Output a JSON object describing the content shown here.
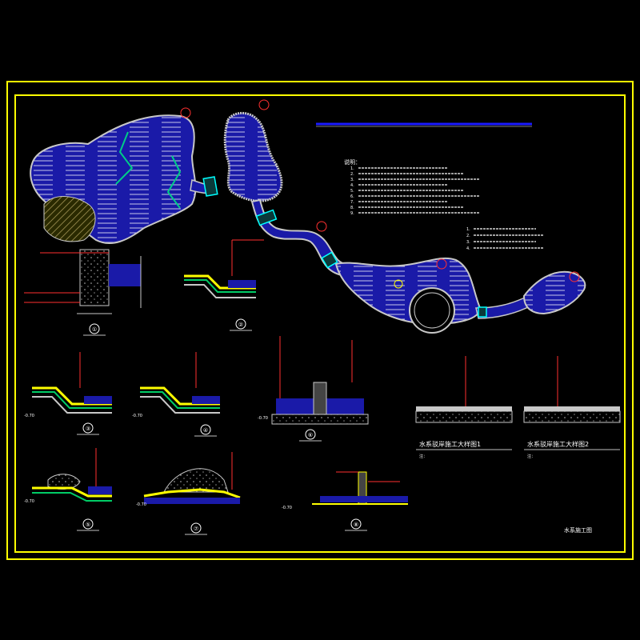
{
  "sheet_title": "水系施工图",
  "notes_title": "说明：",
  "notes_items": [
    "1.",
    "2.",
    "3.",
    "4.",
    "5.",
    "6.",
    "7.",
    "8.",
    "9."
  ],
  "notes_b_items": [
    "1.",
    "2.",
    "3.",
    "4."
  ],
  "detail_a_title": "水系驳岸施工大样图1",
  "detail_b_title": "水系驳岸施工大样图2",
  "detail_a_note": "注：",
  "detail_b_note": "注：",
  "section_markers": [
    "①",
    "②",
    "③",
    "④",
    "⑤",
    "⑥",
    "⑦",
    "⑧"
  ],
  "elevation_label": "-0.70",
  "colors": {
    "frame": "#ffff00",
    "water": "#1a1aa8",
    "edge": "#c8c8c8",
    "label": "#ffffff",
    "callout": "#ff3030",
    "accent": "#00ffff"
  }
}
